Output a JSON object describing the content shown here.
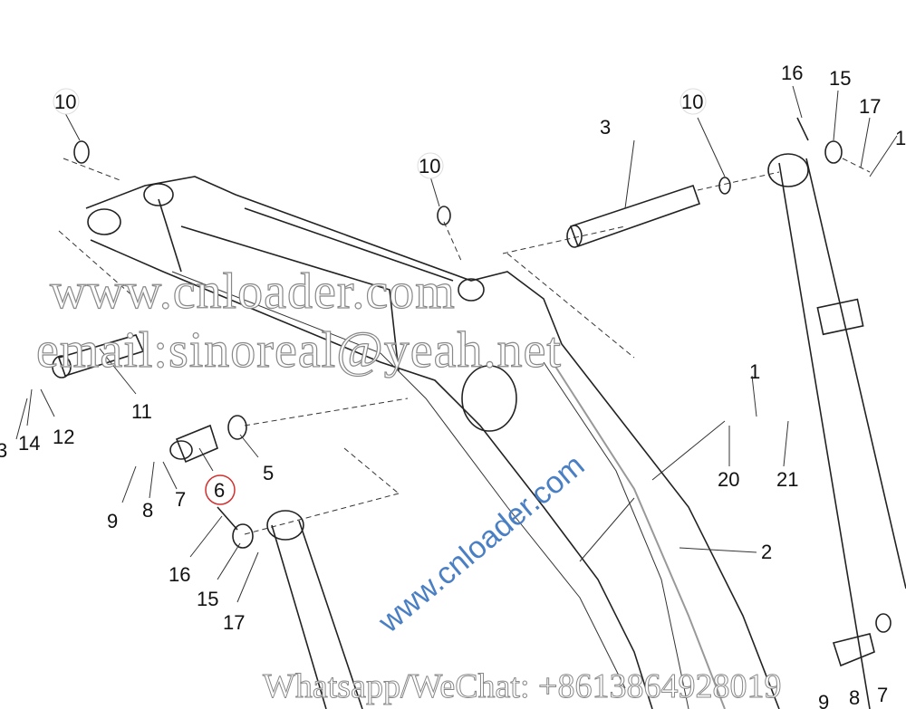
{
  "callouts": {
    "top_left_10": "10",
    "mid_10": "10",
    "right_10": "10",
    "pin_3": "3",
    "top_16": "16",
    "top_15": "15",
    "top_17": "17",
    "edge_1": "1",
    "pin_11": "11",
    "plate_12": "12",
    "bolt_13": "3",
    "washer_14": "14",
    "bolt_9": "9",
    "washer_8": "8",
    "washer_7": "7",
    "pin_6": "6",
    "shim_5": "5",
    "low_16": "16",
    "low_15": "15",
    "low_17": "17",
    "boom_1": "1",
    "pipe_20": "20",
    "pipe_21": "21",
    "boom_2": "2",
    "br_9": "9",
    "br_8": "8",
    "br_7": "7"
  },
  "highlight_color": "#d0302f",
  "watermarks": {
    "website": "www.cnloader.com",
    "email": "email:sinoreal@yeah.net",
    "website_diagonal": "www.cnloader.com",
    "contact": "Whatsapp/WeChat:  +8613864928019"
  }
}
